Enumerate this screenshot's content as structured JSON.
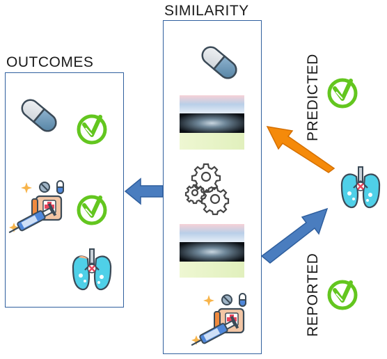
{
  "labels": {
    "similarity": "SIMILARITY",
    "outcomes": "OUTCOMES",
    "predicted": "PREDICTED",
    "reported": "REPORTED"
  },
  "colors": {
    "box_border": "#2f5f9e",
    "arrow_blue": "#4a7dbf",
    "arrow_orange": "#f58a0a",
    "check_green": "#63c61f",
    "pill_blue": "#5b87a6",
    "pill_gray": "#d8dde2"
  },
  "icons": {
    "pill": "pill-icon",
    "check": "check-circle-icon",
    "gear": "gears-icon",
    "lungs": "lungs-icon",
    "treatment": "treatment-kit-icon",
    "image_strip": "medical-image-strip"
  }
}
